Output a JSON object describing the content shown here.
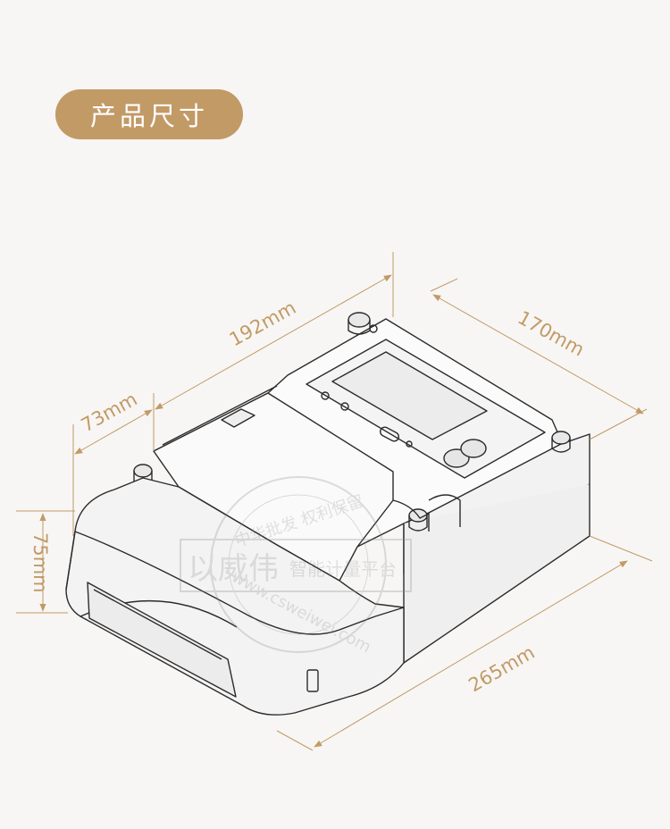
{
  "title": "产品尺寸",
  "dimensions": {
    "width": "192mm",
    "depth": "170mm",
    "front": "73mm",
    "height": "75mm",
    "length": "265mm"
  },
  "watermark": {
    "ring_top": "中华批发 权利保留",
    "ring_bottom": "www.csweiwei.com",
    "brand": "以威伟",
    "tagline": "智能计量平台"
  },
  "colors": {
    "accent": "#c29a66",
    "background": "#f7f6f4",
    "line": "#2b2b2b"
  }
}
